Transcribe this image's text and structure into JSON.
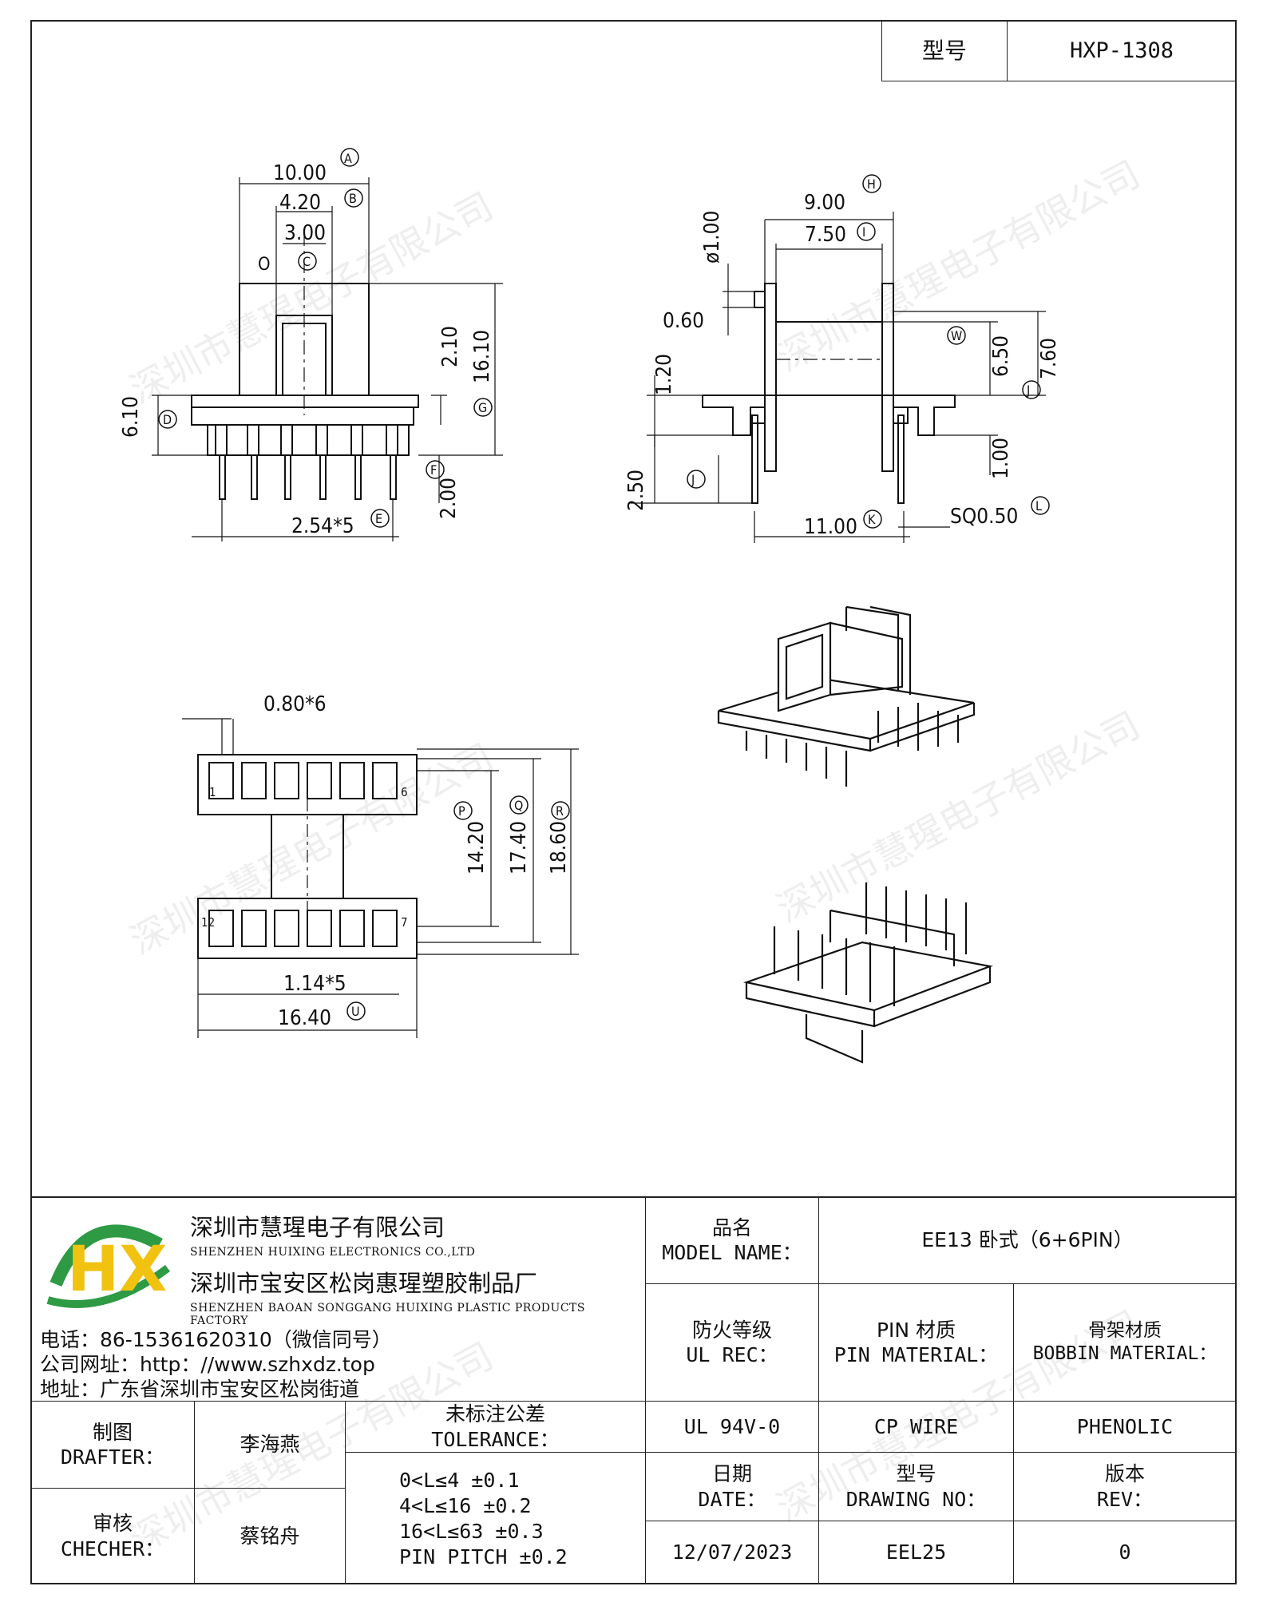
{
  "header": {
    "type_label": "型号",
    "type_value": "HXP-1308"
  },
  "drawing": {
    "front_view": {
      "dim_width_top": "10.00",
      "dim_width_top_tag": "A",
      "dim_inner": "4.20",
      "dim_inner_tag": "B",
      "dim_core": "3.00",
      "dim_core_tag": "C",
      "dim_height_base": "6.10",
      "dim_height_base_tag": "D",
      "dim_total_height": "16.10",
      "dim_total_height_tag": "G",
      "dim_flange": "2.10",
      "dim_pin_len": "2.00",
      "dim_pin_len_tag": "F",
      "dim_pitch": "2.54*5",
      "dim_pitch_tag": "E",
      "dim_circle_mark": "O"
    },
    "side_view": {
      "dim_a": "9.00",
      "dim_a_tag": "H",
      "dim_b": "7.50",
      "dim_b_tag": "I",
      "dim_dia": "ø1.00",
      "dim_gap": "0.60",
      "dim_step": "1.20",
      "dim_pin_h": "2.50",
      "dim_pin_tag": "J",
      "dim_h1": "6.50",
      "dim_h1_tag": "W",
      "dim_h2": "7.60",
      "dim_h2_tag": "J",
      "dim_stand": "1.00",
      "dim_len": "11.00",
      "dim_len_tag": "K",
      "dim_sq": "SQ0.50",
      "dim_sq_tag": "L"
    },
    "bottom_view": {
      "dim_pin_w": "0.80*6",
      "dim_p": "14.20",
      "dim_p_tag": "P",
      "dim_q": "17.40",
      "dim_q_tag": "Q",
      "dim_r": "18.60",
      "dim_r_tag": "R",
      "dim_pitch2": "1.14*5",
      "dim_width": "16.40",
      "dim_width_tag": "U",
      "pin_label_1": "1",
      "pin_label_6": "6",
      "pin_label_12": "12",
      "pin_label_7": "7"
    }
  },
  "watermark": "深圳市慧瑆电子有限公司",
  "company": {
    "name_cn": "深圳市慧瑆电子有限公司",
    "name_en": "SHENZHEN HUIXING ELECTRONICS CO.,LTD",
    "factory_cn": "深圳市宝安区松岗惠瑆塑胶制品厂",
    "factory_en": "SHENZHEN BAOAN SONGGANG HUIXING PLASTIC PRODUCTS FACTORY",
    "phone": "电话：86-15361620310（微信同号）",
    "website": "公司网址：http：//www.szhxdz.top",
    "address": "地址：广东省深圳市宝安区松岗街道",
    "logo_text": "HX"
  },
  "title_block": {
    "model_name_label_cn": "品名",
    "model_name_label_en": "MODEL NAME：",
    "model_name_value": "EE13 卧式（6+6PIN）",
    "ul_label_cn": "防火等级",
    "ul_label_en": "UL REC：",
    "pin_label_cn": "PIN 材质",
    "pin_label_en": "PIN MATERIAL：",
    "bobbin_label_cn": "骨架材质",
    "bobbin_label_en": "BOBBIN MATERIAL：",
    "ul_value": "UL 94V-0",
    "pin_value": "CP WIRE",
    "bobbin_value": "PHENOLIC",
    "drafter_label_cn": "制图",
    "drafter_label_en": "DRAFTER：",
    "drafter_value": "李海燕",
    "checker_label_cn": "审核",
    "checker_label_en": "CHECHER：",
    "checker_value": "蔡铭舟",
    "tolerance_label_cn": "未标注公差",
    "tolerance_label_en": "TOLERANCE：",
    "tolerance_lines": [
      "0<L≤4  ±0.1",
      "4<L≤16 ±0.2",
      "16<L≤63 ±0.3",
      "PIN PITCH ±0.2"
    ],
    "date_label_cn": "日期",
    "date_label_en": "DATE：",
    "date_value": "12/07/2023",
    "drawing_no_label_cn": "型号",
    "drawing_no_label_en": "DRAWING NO：",
    "drawing_no_value": "EEL25",
    "rev_label_cn": "版本",
    "rev_label_en": "REV：",
    "rev_value": "0"
  }
}
